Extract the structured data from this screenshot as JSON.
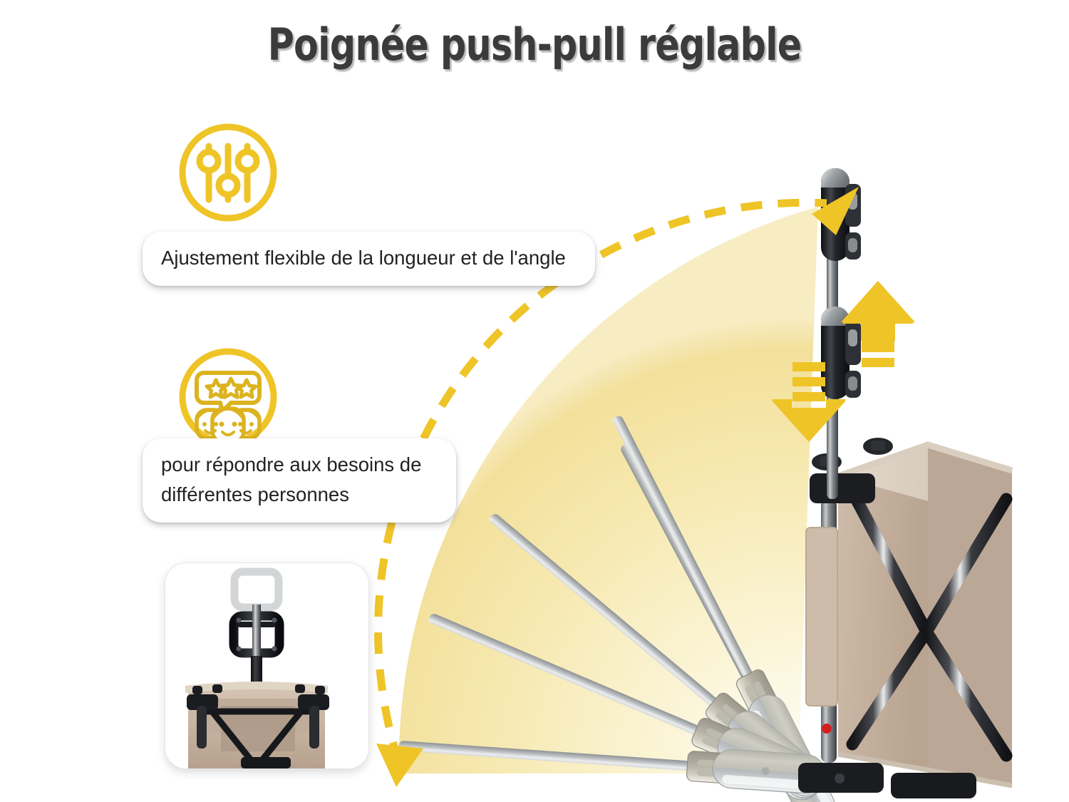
{
  "page": {
    "title": "Poignée push-pull réglable",
    "background_color": "#ffffff",
    "accent_color": "#EFC427",
    "title_color": "#3b3b3b"
  },
  "features": [
    {
      "icon_name": "sliders-icon",
      "icon_label": "sliders-adjustment-icon",
      "text": "Ajustement flexible de la longueur et de l'angle"
    },
    {
      "icon_name": "people-stars-icon",
      "icon_label": "three-people-five-star-review-icon",
      "text": "pour répondre aux besoins de différentes personnes"
    }
  ],
  "inset": {
    "name": "telescoping-handle-front-view-photo",
    "description": "Chariot pliant vu de face avec poignée télescopique"
  },
  "illustration": {
    "name": "adjustable-push-pull-handle-diagram",
    "glow_color_inner": "#FBF6DC",
    "glow_color_outer": "#F2DF96",
    "arc_color": "#EFC427",
    "handle_color": "#BFC2C4",
    "cart_fabric_color": "#C3AE9C",
    "cart_frame_color": "#2B2B2D",
    "handle_positions": [
      {
        "name": "handle-position-vertical",
        "angle_deg": 90
      },
      {
        "name": "handle-position-upper",
        "angle_deg": 63
      },
      {
        "name": "handle-position-middle",
        "angle_deg": 44
      },
      {
        "name": "handle-position-lower",
        "angle_deg": 24
      },
      {
        "name": "handle-position-flat",
        "angle_deg": 4
      }
    ],
    "arrows": [
      {
        "name": "extend-up-arrow",
        "direction": "up",
        "stripe_count": 3
      },
      {
        "name": "retract-down-arrow",
        "direction": "down",
        "stripe_count": 3
      }
    ]
  }
}
